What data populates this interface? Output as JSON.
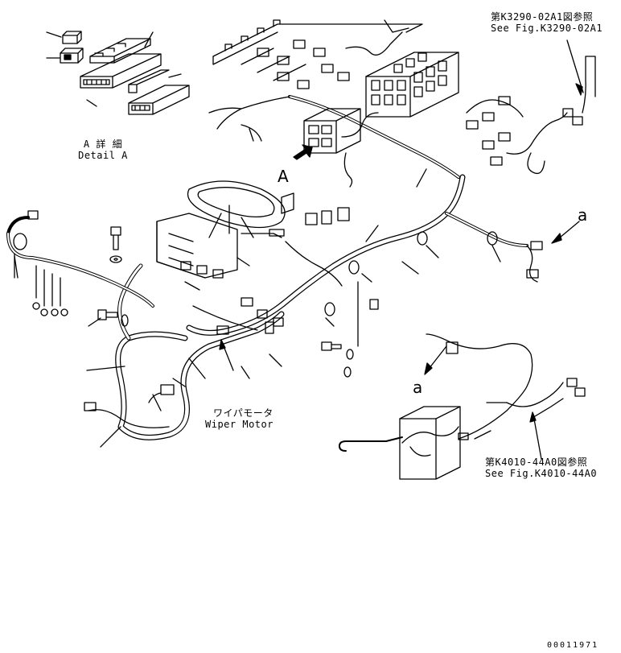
{
  "detail_a": {
    "line1": "A 詳 細",
    "line2": "Detail A"
  },
  "callout_a_upper": "A",
  "ref_top": {
    "line1": "第K3290-02A1図参照",
    "line2": "See Fig.K3290-02A1"
  },
  "ref_bottom": {
    "line1": "第K4010-44A0図参照",
    "line2": "See Fig.K4010-44A0"
  },
  "marker_a_right": "a",
  "marker_a_lower": "a",
  "wiper_motor": {
    "line1": "ワイパモータ",
    "line2": "Wiper Motor"
  },
  "drawing_number": "00011971",
  "colors": {
    "ink": "#000000",
    "paper": "#ffffff"
  }
}
